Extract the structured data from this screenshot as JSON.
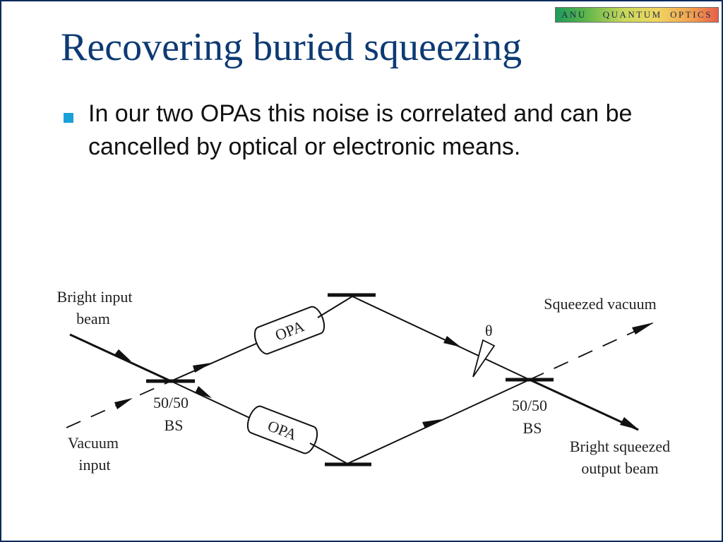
{
  "logo": {
    "text": "ANU    QUANTUM  OPTICS"
  },
  "title": "Recovering buried squeezing",
  "bullet": {
    "text": "In our two OPAs this noise is correlated and can be cancelled by optical or electronic means."
  },
  "diagram": {
    "bright_input_line1": "Bright input",
    "bright_input_line2": "beam",
    "vacuum_input_line1": "Vacuum",
    "vacuum_input_line2": "input",
    "bs1_line1": "50/50",
    "bs1_line2": "BS",
    "bs2_line1": "50/50",
    "bs2_line2": "BS",
    "opa_top": "OPA",
    "opa_bottom": "OPA",
    "theta": "θ",
    "squeezed_vacuum": "Squeezed vacuum",
    "output_line1": "Bright squeezed",
    "output_line2": "output beam"
  }
}
